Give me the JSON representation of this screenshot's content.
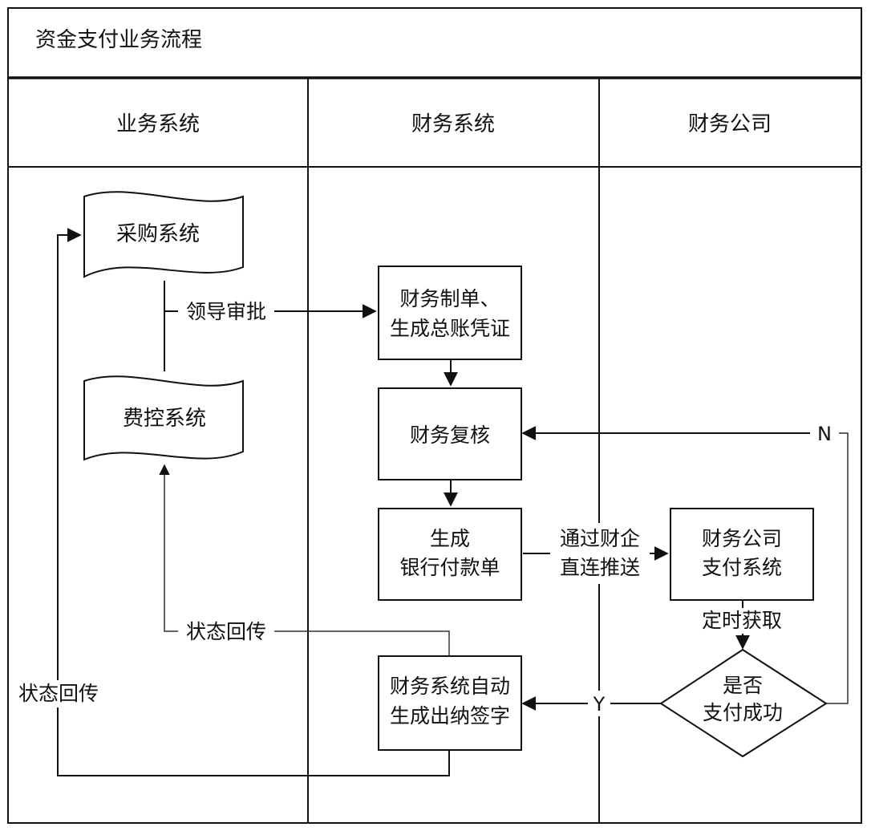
{
  "title": "资金支付业务流程",
  "lanes": [
    {
      "label": "业务系统"
    },
    {
      "label": "财务系统"
    },
    {
      "label": "财务公司"
    }
  ],
  "nodes": {
    "procurement": "采购系统",
    "expense_control": "费控系统",
    "voucher": [
      "财务制单、",
      "生成总账凭证"
    ],
    "review": "财务复核",
    "bank_order": [
      "生成",
      "银行付款单"
    ],
    "payment_system": [
      "财务公司",
      "支付系统"
    ],
    "decision": [
      "是否",
      "支付成功"
    ],
    "cashier_sign": [
      "财务系统自动",
      "生成出纳签字"
    ]
  },
  "edge_labels": {
    "leader_approval": "领导审批",
    "direct_push": [
      "通过财企",
      "直连推送"
    ],
    "timed_fetch": "定时获取",
    "no": "N",
    "yes": "Y",
    "status_return_1": "状态回传",
    "status_return_2": "状态回传"
  },
  "colors": {
    "line": "#111111",
    "background": "#ffffff"
  }
}
